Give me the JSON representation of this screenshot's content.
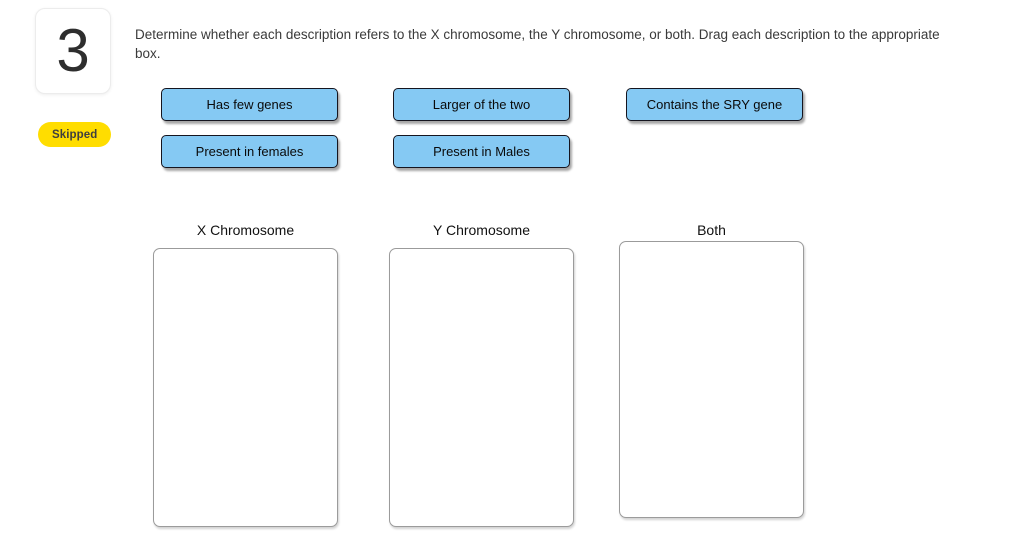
{
  "page": {
    "question_number": "3",
    "status_badge": "Skipped",
    "instruction": "Determine whether each description refers to the X chromosome, the Y chromosome, or both. Drag each description to the appropriate box."
  },
  "colors": {
    "chip_bg": "#85c9f3",
    "chip_border": "#15151f",
    "badge_bg": "#ffdd00"
  },
  "chips": [
    {
      "label": "Has few genes"
    },
    {
      "label": "Larger of the two"
    },
    {
      "label": "Contains the SRY gene"
    },
    {
      "label": "Present in females"
    },
    {
      "label": "Present in Males"
    }
  ],
  "drop_zones": [
    {
      "label": "X Chromosome"
    },
    {
      "label": "Y Chromosome"
    },
    {
      "label": "Both"
    }
  ]
}
